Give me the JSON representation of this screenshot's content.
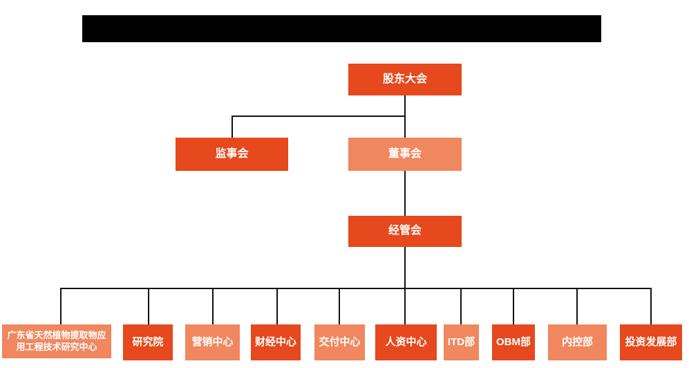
{
  "colors": {
    "dark_orange": "#E5491D",
    "light_orange": "#F0875F",
    "line": "#111111",
    "text": "#FFFFFF",
    "redacted_bar": "#000000"
  },
  "org_chart": {
    "nodes": {
      "shareholders": {
        "label": "股东大会"
      },
      "supervisory": {
        "label": "监事会"
      },
      "board": {
        "label": "董事会"
      },
      "management": {
        "label": "经管会"
      },
      "departments": [
        {
          "label": "广东省天然植物提取物应用工程技术研究中心"
        },
        {
          "label": "研究院"
        },
        {
          "label": "营销中心"
        },
        {
          "label": "财经中心"
        },
        {
          "label": "交付中心"
        },
        {
          "label": "人资中心"
        },
        {
          "label": "ITD部"
        },
        {
          "label": "OBM部"
        },
        {
          "label": "内控部"
        },
        {
          "label": "投资发展部"
        }
      ]
    }
  }
}
